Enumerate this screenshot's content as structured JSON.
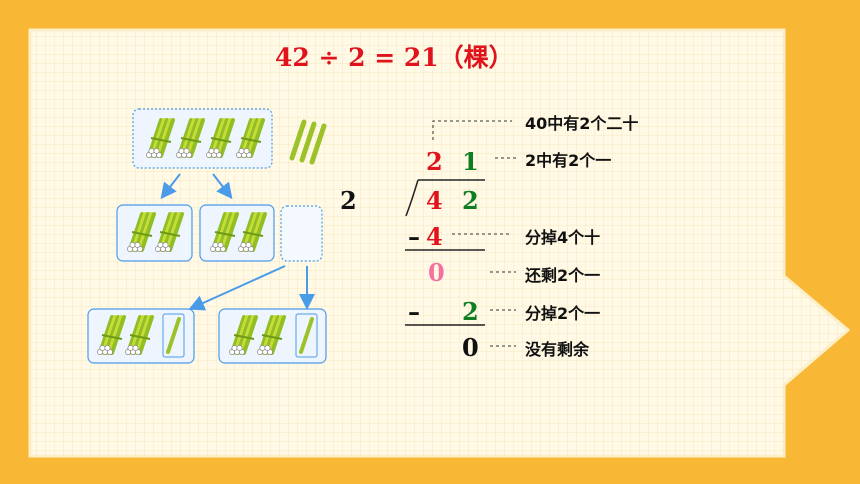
{
  "title": "42 ÷ 2 = 21（棵）",
  "division": {
    "divisor": "2",
    "quotient_tens": "2",
    "quotient_ones": "1",
    "dividend_tens": "4",
    "dividend_ones": "2",
    "minus_sign": "–",
    "subtract_1": "4",
    "remainder_1": "0",
    "subtract_2": "2",
    "remainder_final": "0"
  },
  "notes": {
    "forty_has_two_twenties": "40中有2个二十",
    "two_has_two_ones": "2中有2个一",
    "subtract_four_tens": "分掉4个十",
    "remaining_two_ones": "还剩2个一",
    "subtract_two_ones": "分掉2个一",
    "no_remainder": "没有剩余"
  },
  "colors": {
    "frame": "#f8b734",
    "board": "#fff9e6",
    "tens_digit": "#e0121b",
    "ones_digit": "#0f7d22",
    "zero_digit": "#f472a0",
    "arrow": "#4a9be8"
  }
}
